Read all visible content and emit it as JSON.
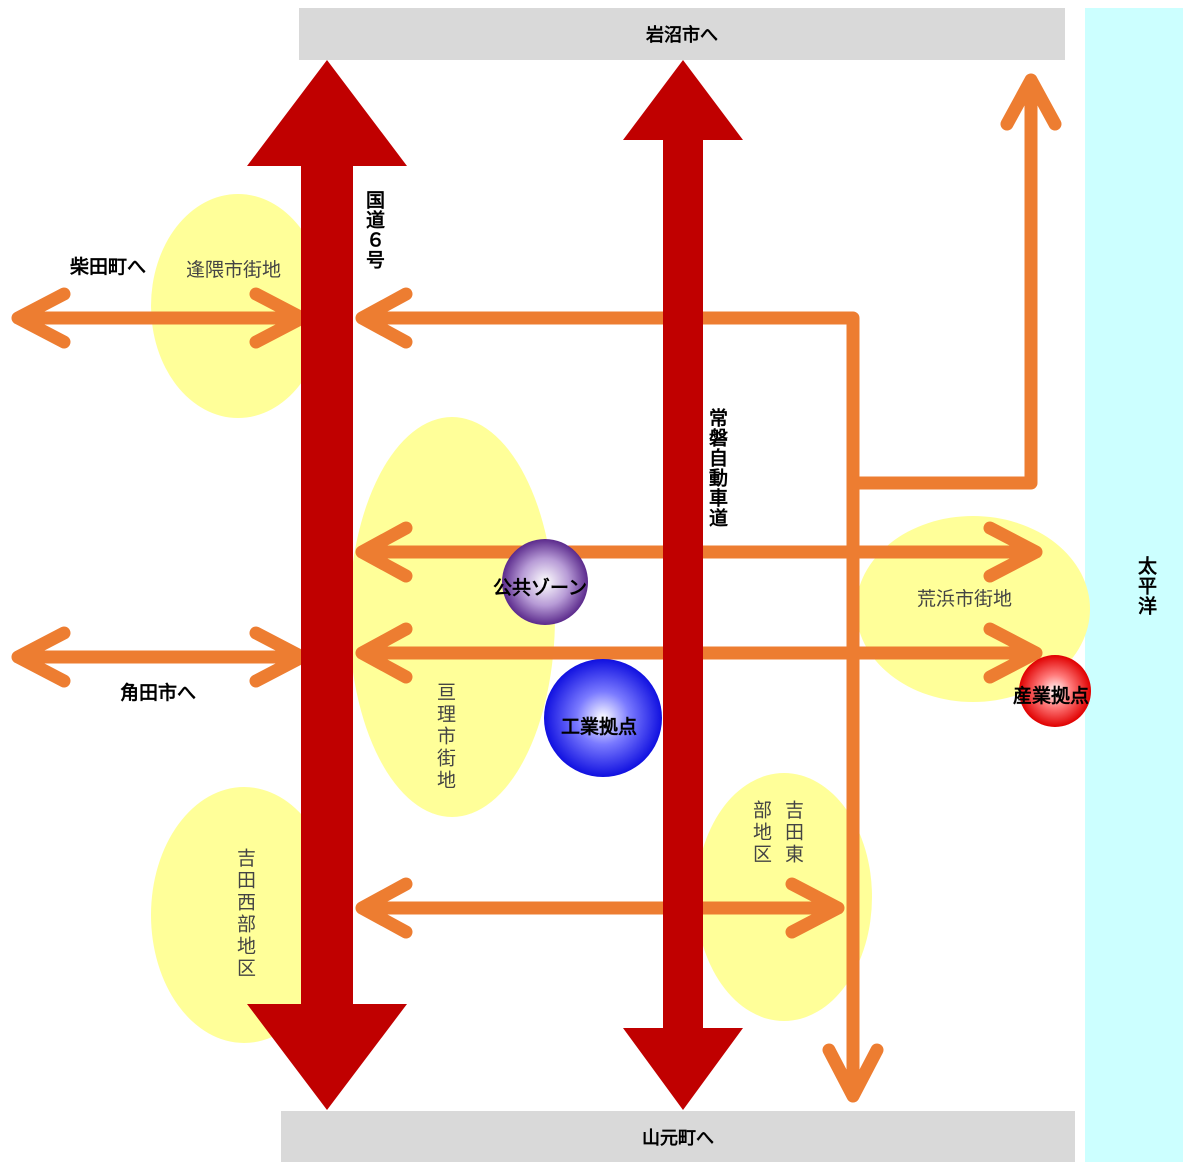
{
  "destinations": {
    "north": "岩沼市へ",
    "south": "山元町へ",
    "west_upper": "柴田町へ",
    "west_lower": "角田市へ",
    "ocean": "太平洋"
  },
  "roads": {
    "national_route": "国道６号",
    "expressway": "常磐自動車道"
  },
  "areas": {
    "osakuma": "逢隈市街地",
    "watari": "亘理市街地",
    "arahama": "荒浜市街地",
    "yoshida_west": "吉田西部地区",
    "yoshida_east": "吉田東\n部地区"
  },
  "hubs": {
    "public": "公共ゾーン",
    "industrial": "工業拠点",
    "industry": "産業拠点"
  },
  "colors": {
    "road_red": "#c00000",
    "arrow_orange": "#ed7d31",
    "zone_yellow": "#ffff99",
    "box_gray": "#d9d9d9",
    "ocean_cyan": "#ccffff",
    "hub_purple": "#7030a0",
    "hub_blue": "#0000ff",
    "hub_red": "#ff0000"
  }
}
